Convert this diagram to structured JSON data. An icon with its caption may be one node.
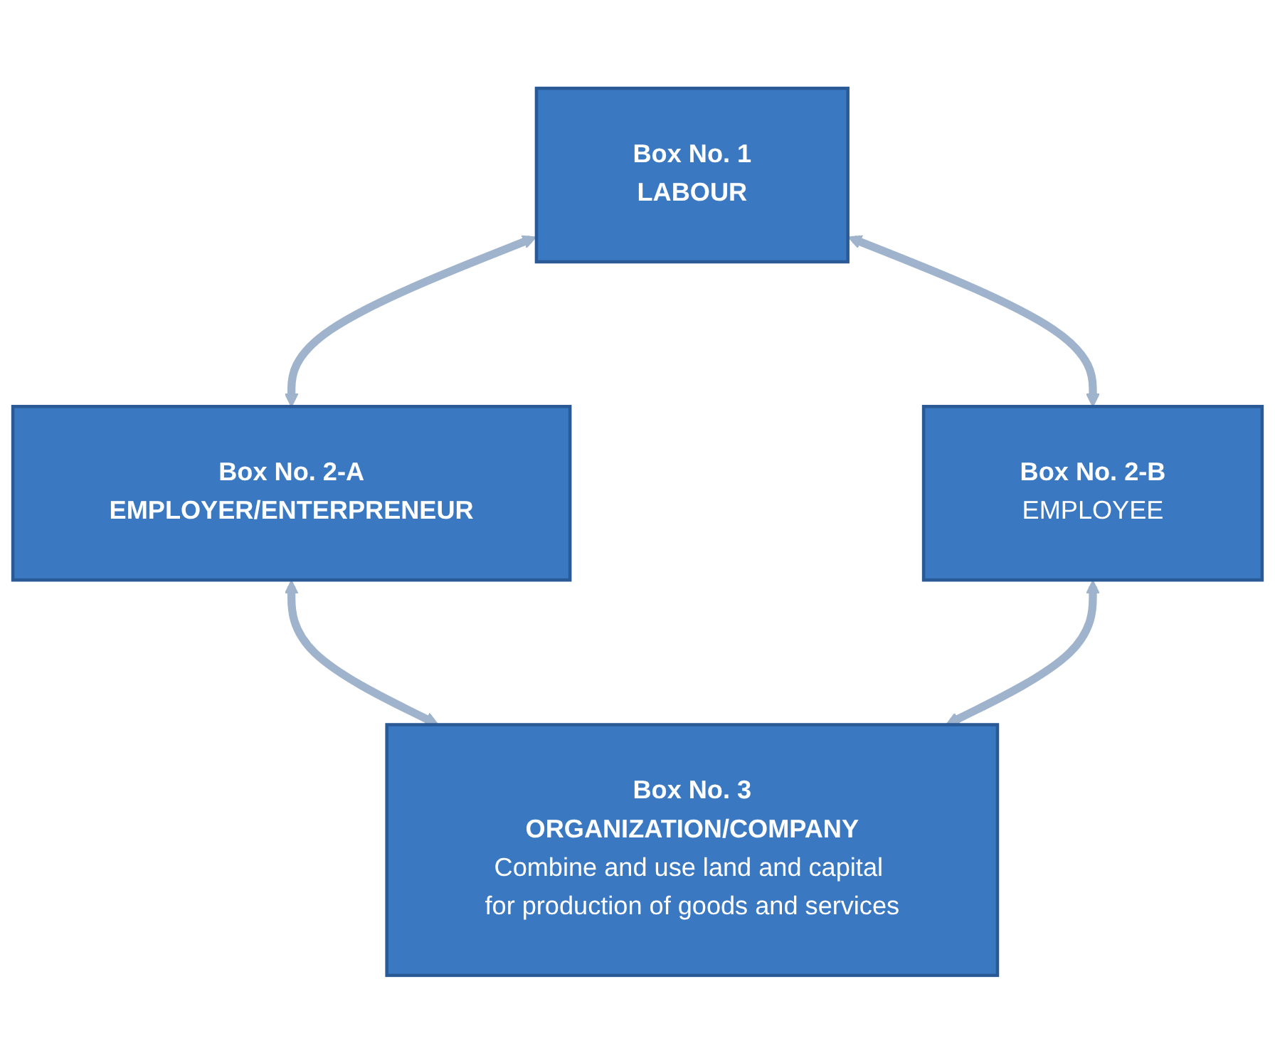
{
  "diagram": {
    "nodes": [
      {
        "text": [
          "Box No. 1",
          "LABOUR"
        ]
      },
      {
        "text": [
          "Box No. 2-A",
          "EMPLOYER/ENTERPRENEUR"
        ]
      },
      {
        "text": [
          "Box No. 2-B",
          "EMPLOYEE"
        ]
      },
      {
        "text": [
          "Box No. 3",
          "ORGANIZATION/COMPANY",
          "Combine and use land and capital for production of goods and services"
        ]
      }
    ],
    "edges": [
      {
        "from": 0,
        "to": 1,
        "arrow": "both"
      },
      {
        "from": 0,
        "to": 2,
        "arrow": "both"
      },
      {
        "from": 1,
        "to": 3,
        "arrow": "both"
      },
      {
        "from": 2,
        "to": 3,
        "arrow": "both"
      }
    ]
  }
}
